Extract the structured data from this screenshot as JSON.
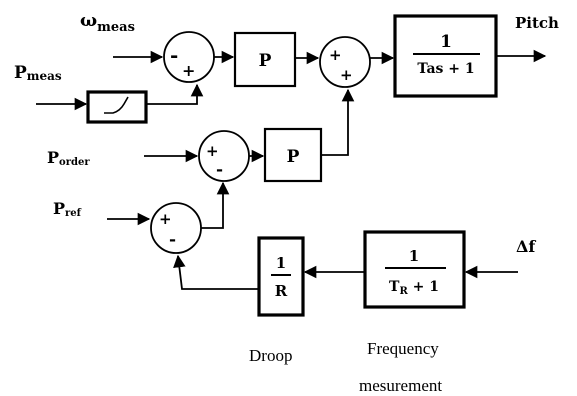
{
  "signals": {
    "omega_meas": {
      "symbol": "ω",
      "subscript": "meas"
    },
    "p_meas": {
      "symbol": "P",
      "subscript": "meas"
    },
    "p_order": {
      "symbol": "P",
      "subscript": "order"
    },
    "p_ref": {
      "symbol": "P",
      "subscript": "ref"
    },
    "delta_f": "Δf",
    "pitch": "Pitch"
  },
  "blocks": {
    "controller_top": "P",
    "controller_mid": "P",
    "actuator": {
      "numerator": "1",
      "denominator": "Tas + 1"
    },
    "droop": {
      "numerator": "1",
      "denominator": "R"
    },
    "frequency_filter": {
      "numerator": "1",
      "denominator": "T_R + 1",
      "denominator_base": "T",
      "denominator_sub": "R",
      "denominator_tail": " + 1"
    }
  },
  "summing_junctions": {
    "top_left": {
      "upper_sign": "-",
      "lower_sign": "+"
    },
    "top_right": {
      "upper_sign": "+",
      "lower_sign": "+"
    },
    "middle": {
      "upper_sign": "+",
      "lower_sign": "-"
    },
    "bottom": {
      "upper_sign": "+",
      "lower_sign": "-"
    }
  },
  "captions": {
    "droop": "Droop",
    "frequency_line1": "Frequency",
    "frequency_line2": "mesurement"
  }
}
